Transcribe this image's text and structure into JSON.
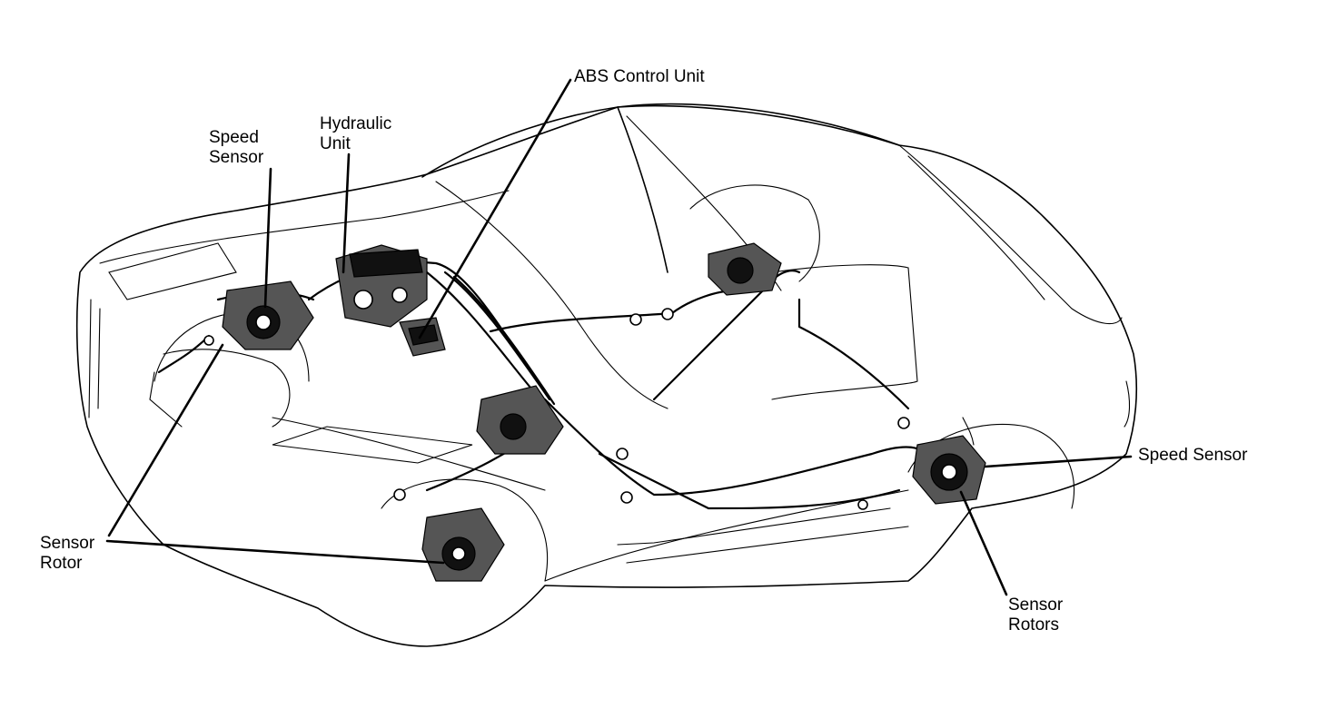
{
  "labels": {
    "abs_control_unit": "ABS Control Unit",
    "hydraulic_unit": "Hydraulic\nUnit",
    "speed_sensor_front": "Speed\nSensor",
    "speed_sensor_rear": "Speed Sensor",
    "sensor_rotor_front": "Sensor\nRotor",
    "sensor_rotors_rear": "Sensor\nRotors"
  }
}
